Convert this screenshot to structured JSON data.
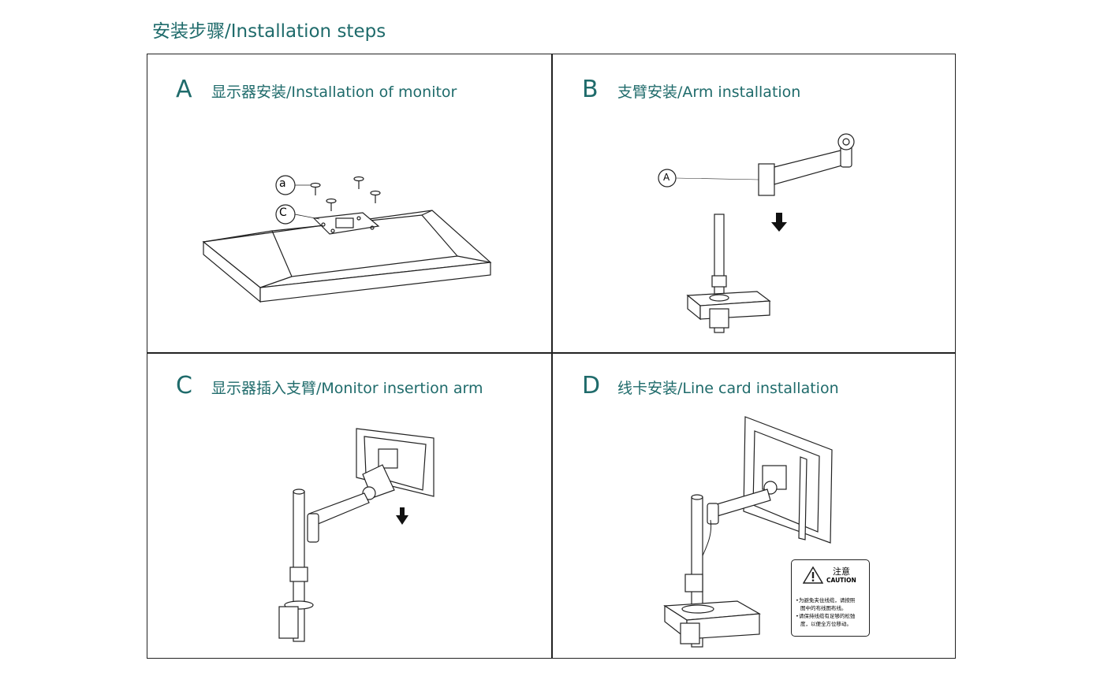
{
  "title": "安装步骤/Installation steps",
  "steps": [
    {
      "letter": "A",
      "label": "显示器安装/Installation of monitor",
      "callouts": [
        "a",
        "C"
      ]
    },
    {
      "letter": "B",
      "label": "支臂安装/Arm installation",
      "callouts": [
        "A"
      ]
    },
    {
      "letter": "C",
      "label": "显示器插入支臂/Monitor insertion arm",
      "callouts": []
    },
    {
      "letter": "D",
      "label": "线卡安装/Line card installation",
      "callouts": []
    }
  ],
  "caution": {
    "title_cn": "注意",
    "title_en": "CAUTION",
    "lines": [
      "•为避免夹住线缆，请按照",
      "图中的布线图布线。",
      "•请保持线缆有足够的松弛",
      "度，以便全方位移动。"
    ]
  }
}
